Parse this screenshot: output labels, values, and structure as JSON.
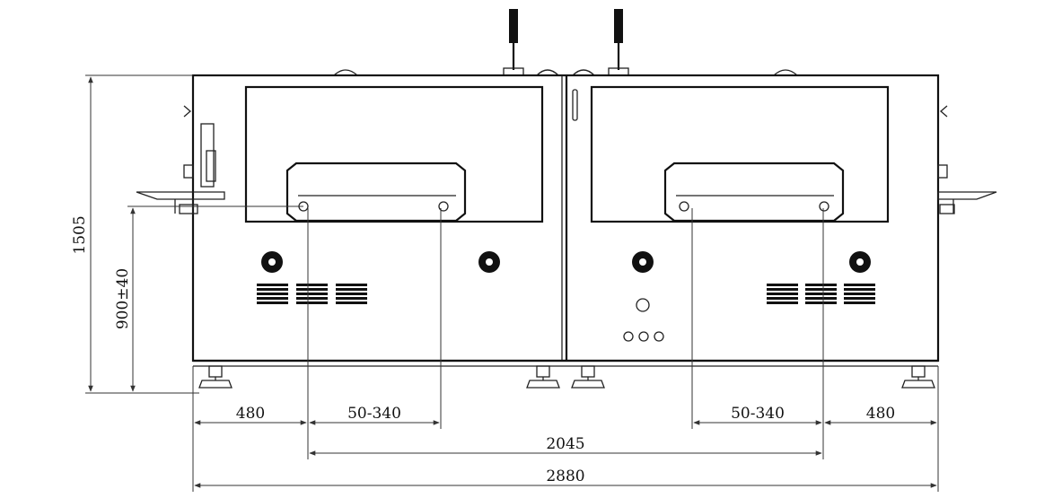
{
  "diagram": {
    "type": "technical-drawing",
    "subject": "dual-module machine front view with dimensions",
    "dimensions": {
      "overall_height": "1505",
      "conveyor_height": "900±40",
      "left_offset": "480",
      "left_range": "50-340",
      "right_range": "50-340",
      "right_offset": "480",
      "inner_span": "2045",
      "overall_width": "2880"
    }
  }
}
